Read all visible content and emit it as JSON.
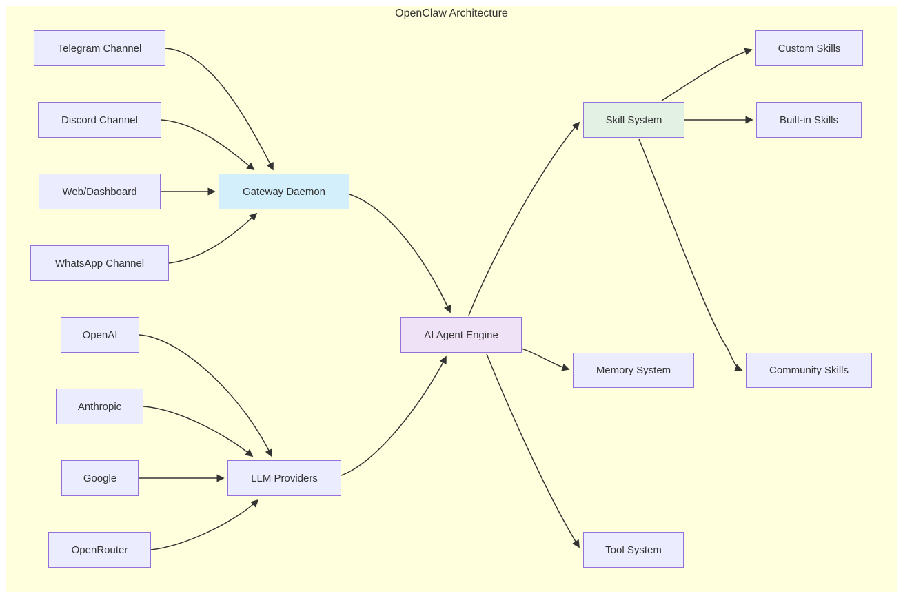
{
  "title": "OpenClaw Architecture",
  "colors": {
    "canvas-bg": "#ffffde",
    "frame-border": "#999966",
    "node-fill": "#ececff",
    "node-border": "#9370db",
    "gateway-fill": "#d4effc",
    "engine-fill": "#f0e2f6",
    "skill-fill": "#e3f1e4",
    "edge-color": "#333333",
    "text-color": "#333333"
  },
  "nodes": {
    "telegram": {
      "label": "Telegram Channel"
    },
    "discord": {
      "label": "Discord Channel"
    },
    "web": {
      "label": "Web/Dashboard"
    },
    "whatsapp": {
      "label": "WhatsApp Channel"
    },
    "gateway": {
      "label": "Gateway Daemon"
    },
    "openai": {
      "label": "OpenAI"
    },
    "anthropic": {
      "label": "Anthropic"
    },
    "google": {
      "label": "Google"
    },
    "openrouter": {
      "label": "OpenRouter"
    },
    "llm": {
      "label": "LLM Providers"
    },
    "engine": {
      "label": "AI Agent Engine"
    },
    "skill": {
      "label": "Skill System"
    },
    "memory": {
      "label": "Memory System"
    },
    "tool": {
      "label": "Tool System"
    },
    "custom": {
      "label": "Custom Skills"
    },
    "builtin": {
      "label": "Built-in Skills"
    },
    "community": {
      "label": "Community Skills"
    }
  },
  "edges": [
    {
      "from": "telegram",
      "to": "gateway"
    },
    {
      "from": "discord",
      "to": "gateway"
    },
    {
      "from": "web",
      "to": "gateway"
    },
    {
      "from": "whatsapp",
      "to": "gateway"
    },
    {
      "from": "gateway",
      "to": "engine"
    },
    {
      "from": "openai",
      "to": "llm"
    },
    {
      "from": "anthropic",
      "to": "llm"
    },
    {
      "from": "google",
      "to": "llm"
    },
    {
      "from": "openrouter",
      "to": "llm"
    },
    {
      "from": "llm",
      "to": "engine"
    },
    {
      "from": "engine",
      "to": "skill"
    },
    {
      "from": "engine",
      "to": "memory"
    },
    {
      "from": "engine",
      "to": "tool"
    },
    {
      "from": "skill",
      "to": "custom"
    },
    {
      "from": "skill",
      "to": "builtin"
    },
    {
      "from": "skill",
      "to": "community"
    }
  ]
}
